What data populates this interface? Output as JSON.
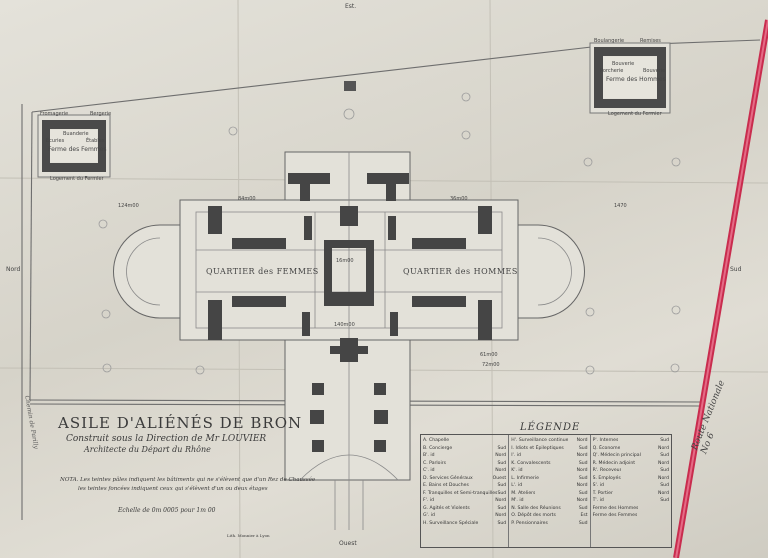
{
  "compass": {
    "north": "Est.",
    "west": "Nord",
    "east": "Sud",
    "south": "Ouest"
  },
  "title": "ASILE D'ALIÉNÉS DE BRON",
  "subtitle_1": "Construit sous la Direction de Mr LOUVIER",
  "subtitle_2": "Architecte du Départ du Rhône",
  "nota_1": "NOTA. Les teintes pâles indiquent les bâtiments qui ne s'élèvent que d'un Rez de Chaussée",
  "nota_2": "les teintes foncées indiquent ceux qui s'élèvent d'un ou deux étages",
  "scale": "Echelle de 0m 0005 pour 1m 00",
  "printer": "Lith. Monnier à Lyon",
  "quartier_femmes": "QUARTIER des FEMMES",
  "quartier_hommes": "QUARTIER des HOMMES",
  "road_label": "Route Nationale No 6",
  "road_label_left": "Chemin de Parilly",
  "ferme_femmes": {
    "title": "Ferme des Femmes",
    "top": "Buanderie",
    "left": "Écuries",
    "right": "Étables",
    "bottom": "Logement du Fermier",
    "corner_left": "Fromagerie",
    "corner_right": "Bergerie"
  },
  "ferme_hommes": {
    "title": "Ferme des Hommes",
    "top": "Bouverie",
    "left": "Porcherie",
    "right": "Bouverie",
    "bottom": "Logement du Fermier",
    "corner_left": "Boulangerie",
    "corner_right": "Remises"
  },
  "legend": {
    "title": "LÉGENDE",
    "columns": [
      [
        {
          "label": "A. Chapelle",
          "side": ""
        },
        {
          "label": "B. Concierge",
          "side": "Sud"
        },
        {
          "label": "B'. id",
          "side": "Nord"
        },
        {
          "label": "C. Parloirs",
          "side": "Sud"
        },
        {
          "label": "C'. id",
          "side": "Nord"
        },
        {
          "label": "D. Services Généraux",
          "side": "Ouest"
        },
        {
          "label": "E. Bains et Douches",
          "side": "Sud"
        },
        {
          "label": "F. Tranquilles et Semi-tranquilles",
          "side": "Sud"
        },
        {
          "label": "F'. id",
          "side": "Nord"
        },
        {
          "label": "G. Agités et Violents",
          "side": "Sud"
        },
        {
          "label": "G'. id",
          "side": "Nord"
        },
        {
          "label": "H. Surveillance Spéciale",
          "side": "Sud"
        }
      ],
      [
        {
          "label": "H'. Surveillance continue",
          "side": "Nord"
        },
        {
          "label": "I. Idiots et Épileptiques",
          "side": "Sud"
        },
        {
          "label": "I'. id",
          "side": "Nord"
        },
        {
          "label": "K. Convalescents",
          "side": "Sud"
        },
        {
          "label": "K'. id",
          "side": "Nord"
        },
        {
          "label": "L. Infirmerie",
          "side": "Sud"
        },
        {
          "label": "L'. id",
          "side": "Nord"
        },
        {
          "label": "M. Ateliers",
          "side": "Sud"
        },
        {
          "label": "M'. id",
          "side": "Nord"
        },
        {
          "label": "N. Salle des Réunions",
          "side": "Sud"
        },
        {
          "label": "O. Dépôt des morts",
          "side": "Est"
        },
        {
          "label": "P. Pensionnaires",
          "side": "Sud"
        }
      ],
      [
        {
          "label": "P'. Internes",
          "side": "Sud"
        },
        {
          "label": "Q. Économe",
          "side": "Nord"
        },
        {
          "label": "Q'. Médecin principal",
          "side": "Sud"
        },
        {
          "label": "R. Médecin adjoint",
          "side": "Nord"
        },
        {
          "label": "R'. Receveur",
          "side": "Sud"
        },
        {
          "label": "S. Employés",
          "side": "Nord"
        },
        {
          "label": "S'. id",
          "side": "Sud"
        },
        {
          "label": "T. Portier",
          "side": "Nord"
        },
        {
          "label": "T'. id",
          "side": "Sud"
        },
        {
          "label": "Ferme des Hommes",
          "side": ""
        },
        {
          "label": "Ferme des Femmes",
          "side": ""
        }
      ]
    ]
  },
  "dimensions": [
    "124m00",
    "1470",
    "84m00",
    "36m00",
    "140m00",
    "61m00",
    "72m00",
    "16m00"
  ]
}
